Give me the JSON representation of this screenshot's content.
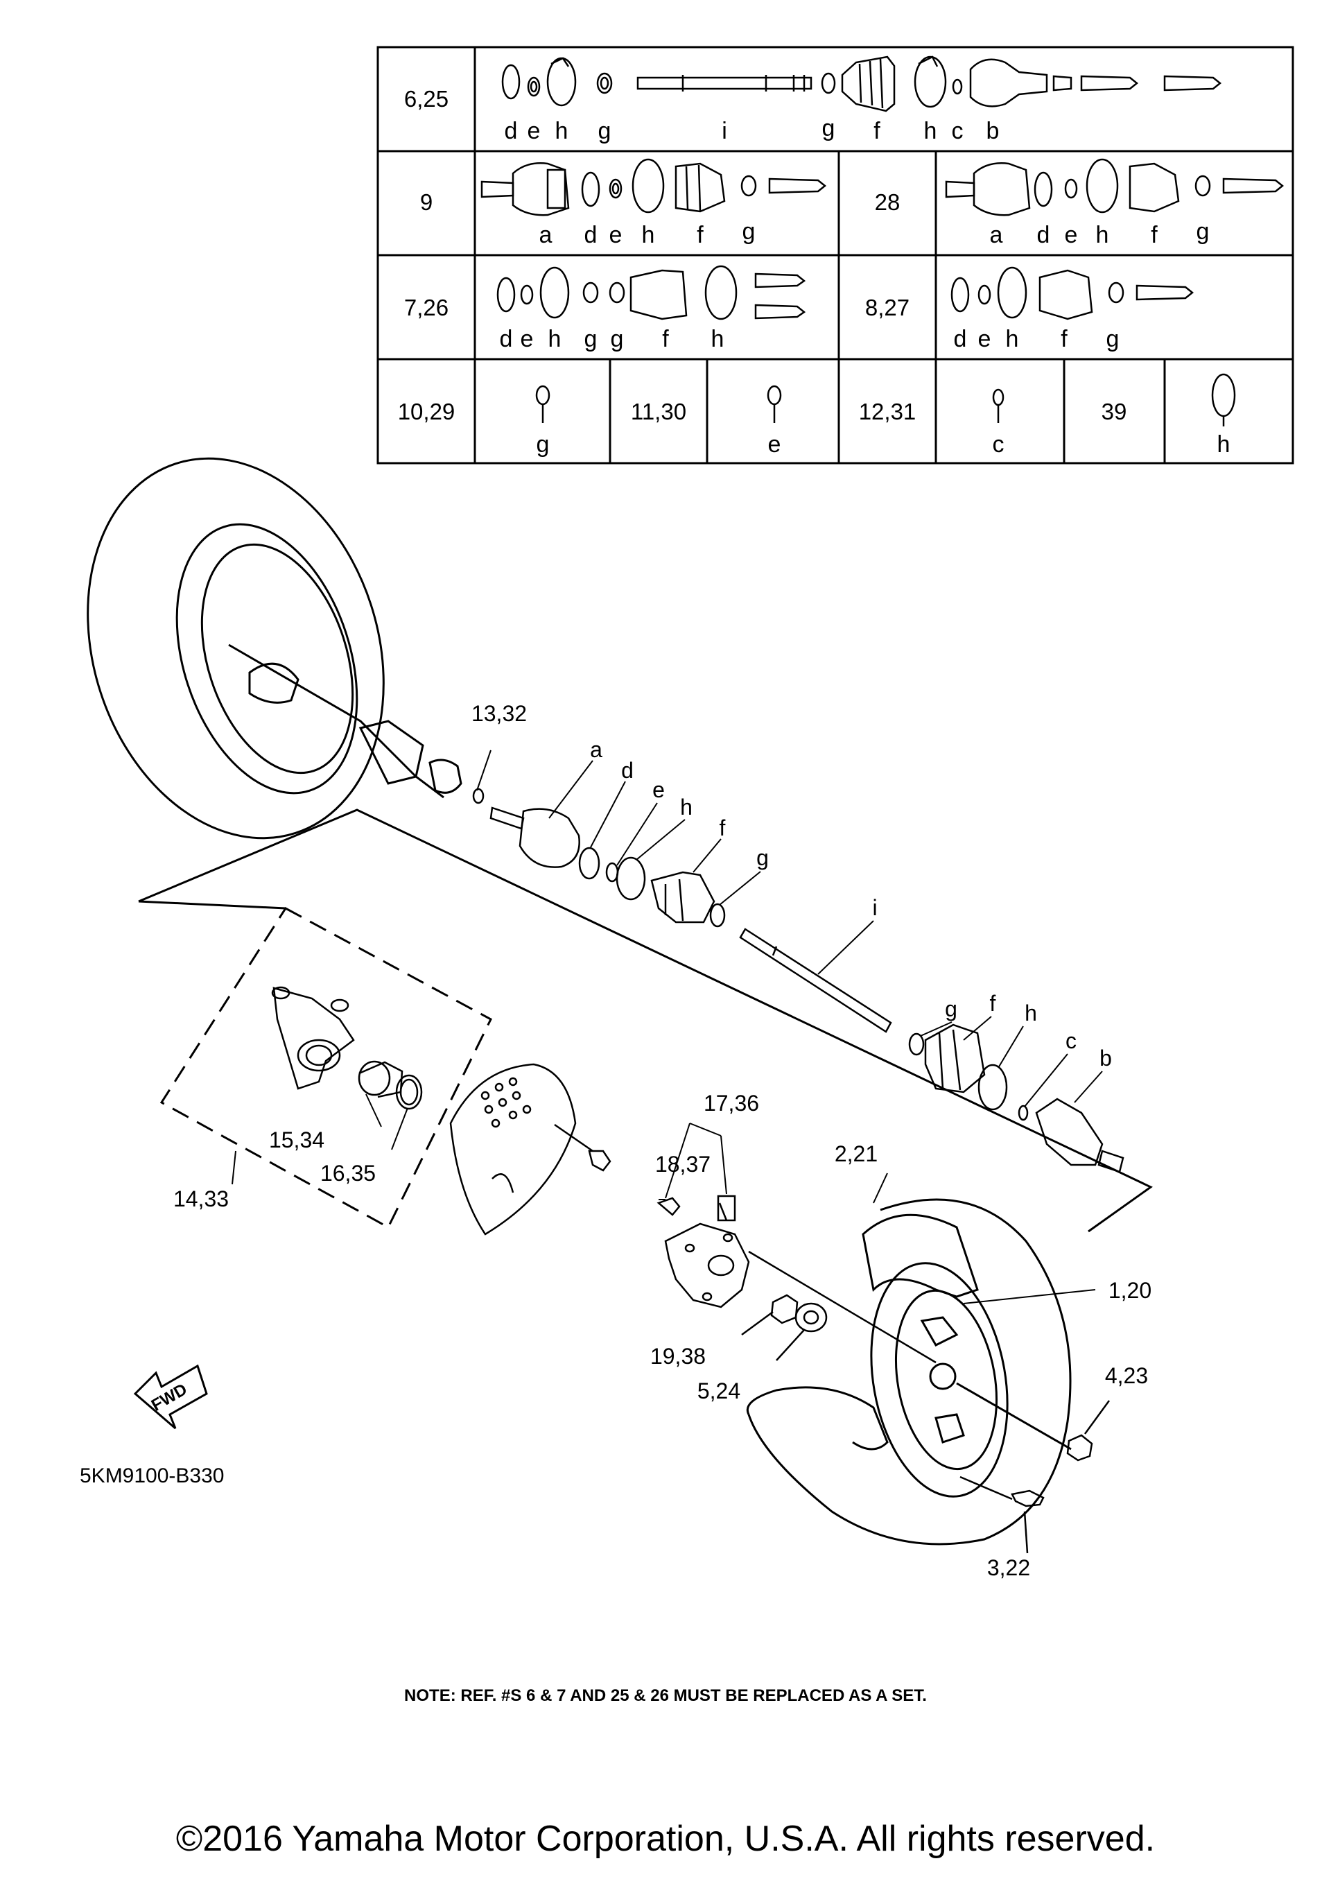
{
  "table": {
    "row1": {
      "ref": "6,25",
      "letters": [
        "d",
        "e",
        "h",
        "g",
        "i",
        "g",
        "f",
        "h",
        "c",
        "b"
      ]
    },
    "row2": [
      {
        "ref": "9",
        "letters": [
          "a",
          "d",
          "e",
          "h",
          "f",
          "g"
        ]
      },
      {
        "ref": "28",
        "letters": [
          "a",
          "d",
          "e",
          "h",
          "f",
          "g"
        ]
      }
    ],
    "row3": [
      {
        "ref": "7,26",
        "letters": [
          "d",
          "e",
          "h",
          "g",
          "g",
          "f",
          "h"
        ]
      },
      {
        "ref": "8,27",
        "letters": [
          "d",
          "e",
          "h",
          "f",
          "g"
        ]
      }
    ],
    "row4": [
      {
        "ref": "10,29",
        "letter": "g"
      },
      {
        "ref": "11,30",
        "letter": "e"
      },
      {
        "ref": "12,31",
        "letter": "c"
      },
      {
        "ref": "39",
        "letter": "h"
      }
    ]
  },
  "callouts": {
    "c13_32": "13,32",
    "a": "a",
    "d": "d",
    "e": "e",
    "h1": "h",
    "f1": "f",
    "g1": "g",
    "i": "i",
    "g2": "g",
    "f2": "f",
    "h2": "h",
    "c": "c",
    "b": "b",
    "c15_34": "15,34",
    "c16_35": "16,35",
    "c14_33": "14,33",
    "c17_36": "17,36",
    "c18_37": "18,37",
    "c2_21": "2,21",
    "c1_20": "1,20",
    "c19_38": "19,38",
    "c5_24": "5,24",
    "c4_23": "4,23",
    "c3_22": "3,22"
  },
  "fwd_label": "FWD",
  "diagram_code": "5KM9100-B330",
  "note": "NOTE: REF. #S 6 & 7 AND 25 & 26 MUST BE REPLACED AS A SET.",
  "copyright": "©2016 Yamaha Motor Corporation, U.S.A. All rights reserved."
}
